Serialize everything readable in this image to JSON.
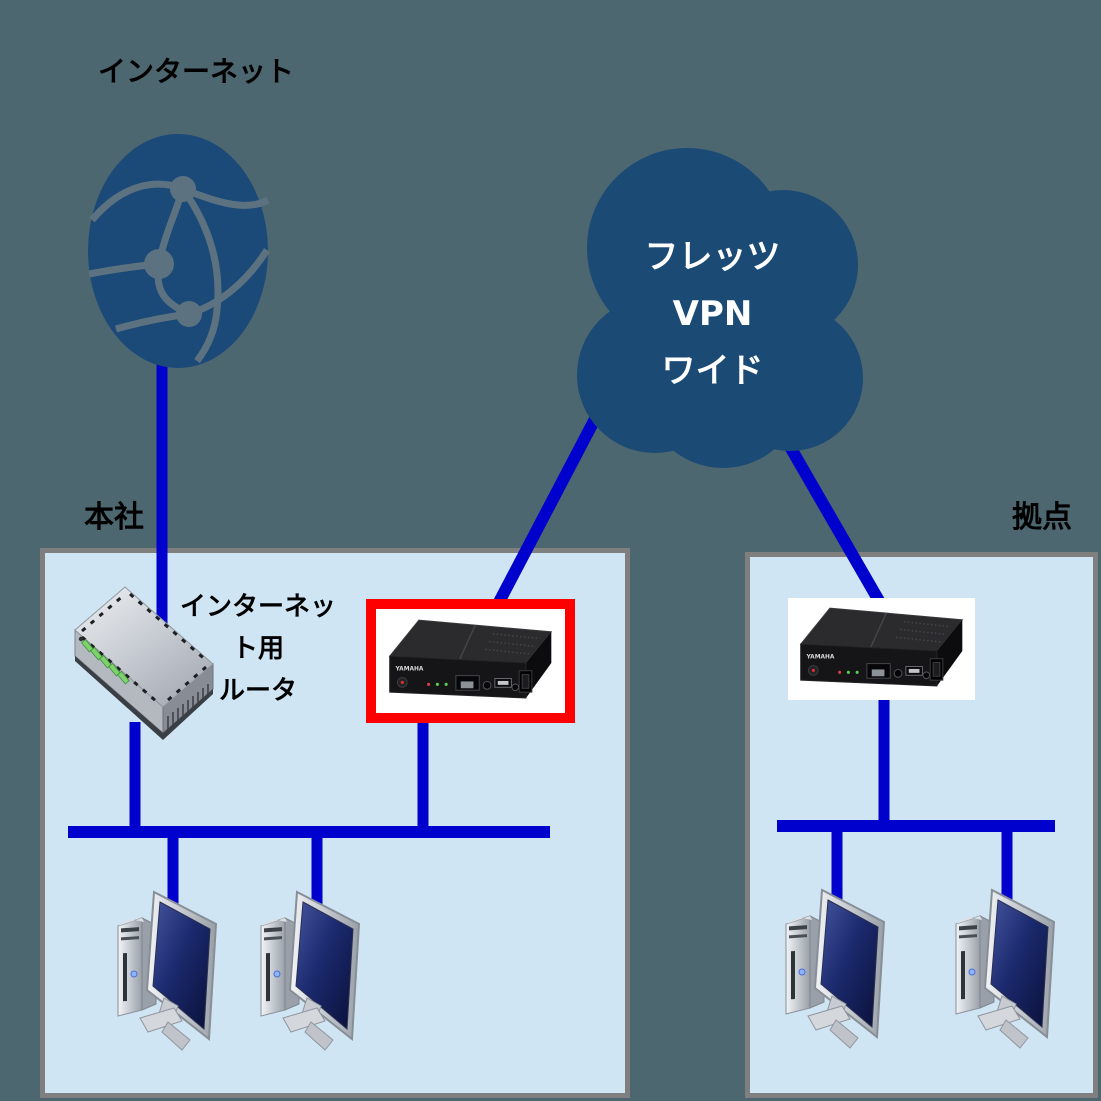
{
  "background_color": "#4d6770",
  "colors": {
    "connector_blue": "#0101cd",
    "cloud_navy": "#1b4a75",
    "globe_navy": "#1b4a78",
    "globe_line_gray": "#5d7280",
    "site_box_fill": "#d0e5f3",
    "site_box_border": "#7f7f7f",
    "highlight_red": "#ff0000",
    "photo_background": "#ffffff",
    "label_black": "#000000",
    "cloud_text_white": "#ffffff"
  },
  "labels": {
    "internet": "インターネット",
    "hq": "本社",
    "branch": "拠点",
    "internet_router_line1": "インターネット用",
    "internet_router_line2": "ルータ"
  },
  "cloud": {
    "lines": [
      "フレッツ",
      "VPN",
      "ワイド"
    ]
  },
  "sites": {
    "hq": {
      "label": "本社",
      "devices": [
        "internet-router",
        "vpn-router-highlighted",
        "pc",
        "pc"
      ],
      "highlight": "vpn-router framed in red"
    },
    "branch": {
      "label": "拠点",
      "devices": [
        "vpn-router",
        "pc",
        "pc"
      ]
    }
  },
  "connections": [
    "internet-globe — hq-internet-router",
    "vpn-cloud — hq-vpn-router",
    "vpn-cloud — branch-vpn-router",
    "hq-internet-router — hq-lan-bus",
    "hq-vpn-router — hq-lan-bus",
    "hq-lan-bus — hq-pc-1",
    "hq-lan-bus — hq-pc-2",
    "branch-vpn-router — branch-lan-bus",
    "branch-lan-bus — branch-pc-1",
    "branch-lan-bus — branch-pc-2"
  ]
}
